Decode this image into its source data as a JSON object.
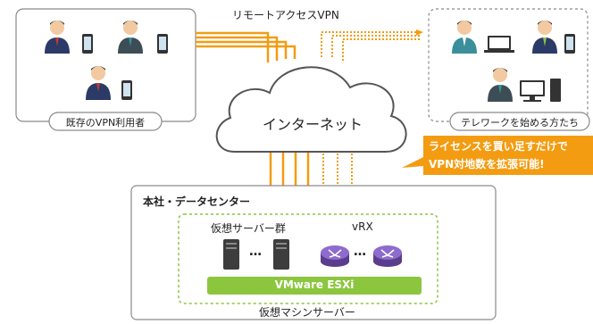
{
  "diagram": {
    "vpn_users_label": "既存のVPN利用者",
    "remote_access_label": "リモートアクセスVPN",
    "internet_label": "インターネット",
    "telework_label": "テレワークを始める方たち",
    "callout_lines": [
      "ライセンスを買い足すだけで",
      "VPN対地数を拡張可能!"
    ],
    "hq_title": "本社・データセンター",
    "server_group_label": "仮想サーバー群",
    "vrx_label": "vRX",
    "ellipsis": "…",
    "esxi_label": "VMware ESXi",
    "vm_server_label": "仮想マシンサーバー"
  },
  "colors": {
    "orange": "#f39c12",
    "green": "#8cc63f",
    "purple": "#7d58b5",
    "teal_person": "#3a8f9b",
    "navy_person": "#2b3a67",
    "gray_border": "#8a8a8a"
  }
}
